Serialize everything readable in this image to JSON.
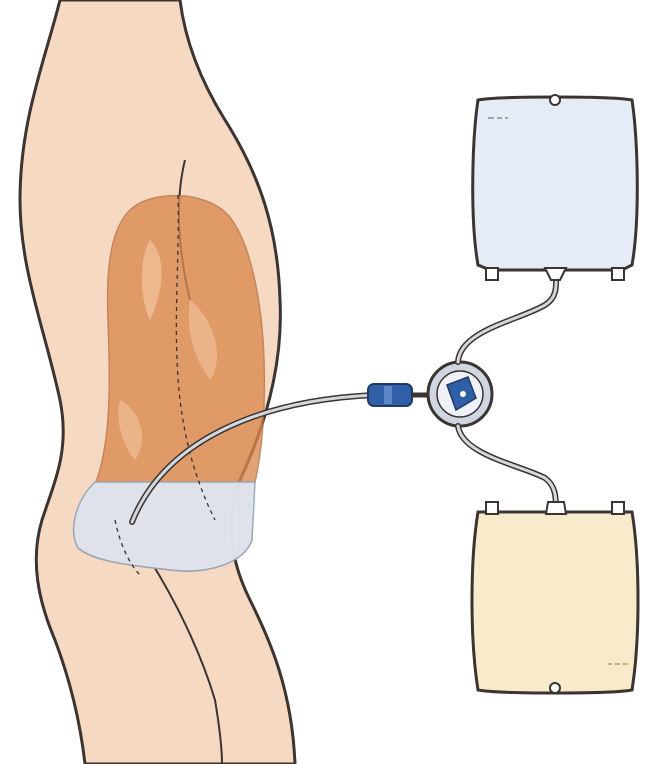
{
  "figure": {
    "description_visible_text": [],
    "colors": {
      "background": "#ffffff",
      "skin": "#f5d9c2",
      "outline": "#3b3430",
      "dialysate_abdomen": "#d9894f",
      "fluid_pool": "#dfe6f2",
      "fresh_bag": "#e6ecf5",
      "drain_bag": "#f8ebcc",
      "tubing": "#d4d8de",
      "connector": "#2f5fa6",
      "valve_ring": "#cfd6e2"
    },
    "parts": [
      {
        "name": "body-torso",
        "icon": "human-torso-silhouette"
      },
      {
        "name": "peritoneal-cavity",
        "icon": "abdomen-fluid-region"
      },
      {
        "name": "catheter",
        "icon": "tube"
      },
      {
        "name": "catheter-connector",
        "icon": "connector"
      },
      {
        "name": "transfer-set-valve",
        "icon": "valve"
      },
      {
        "name": "fresh-solution-bag",
        "icon": "iv-bag"
      },
      {
        "name": "drainage-bag",
        "icon": "iv-bag"
      }
    ]
  }
}
